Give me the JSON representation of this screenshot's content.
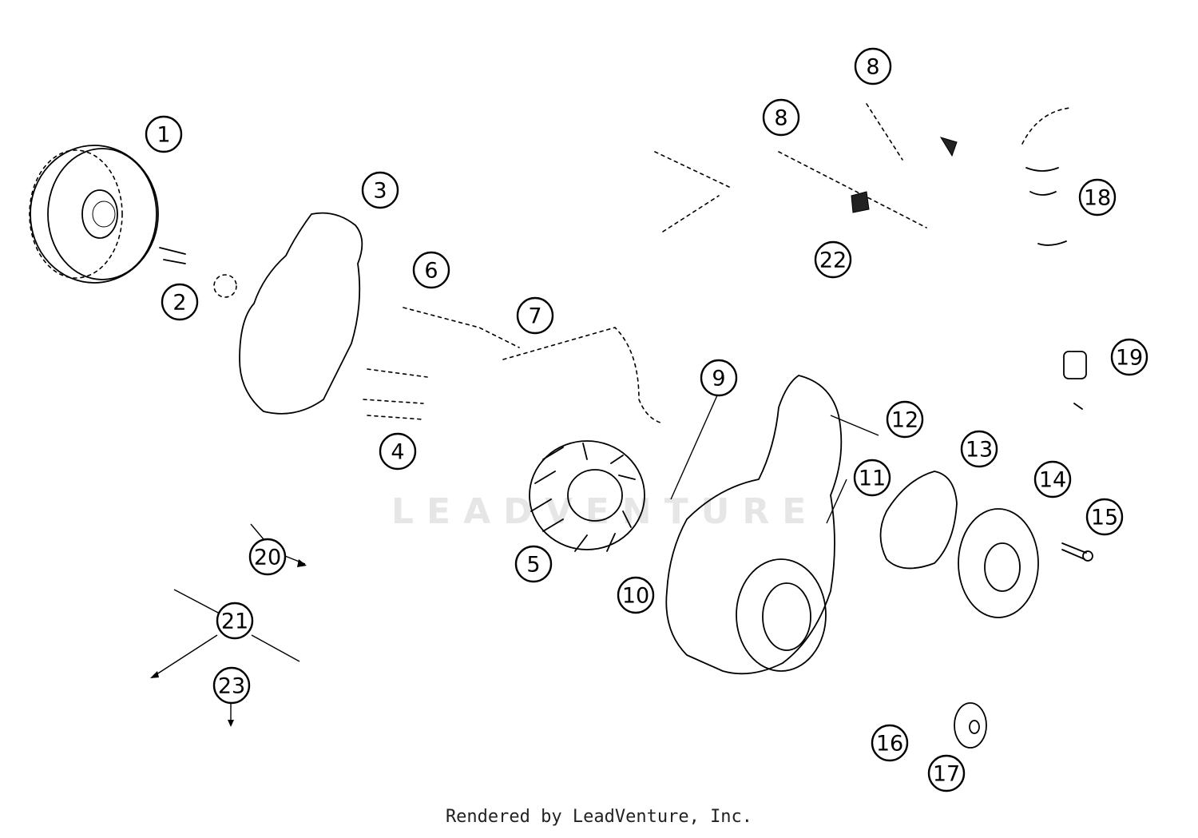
{
  "callouts": [
    "1",
    "2",
    "3",
    "4",
    "5",
    "6",
    "7",
    "8",
    "8",
    "9",
    "10",
    "11",
    "12",
    "13",
    "14",
    "15",
    "16",
    "17",
    "18",
    "19",
    "20",
    "21",
    "22",
    "23"
  ],
  "watermark": "LEADVENTURE",
  "credit": "Rendered by LeadVenture, Inc."
}
